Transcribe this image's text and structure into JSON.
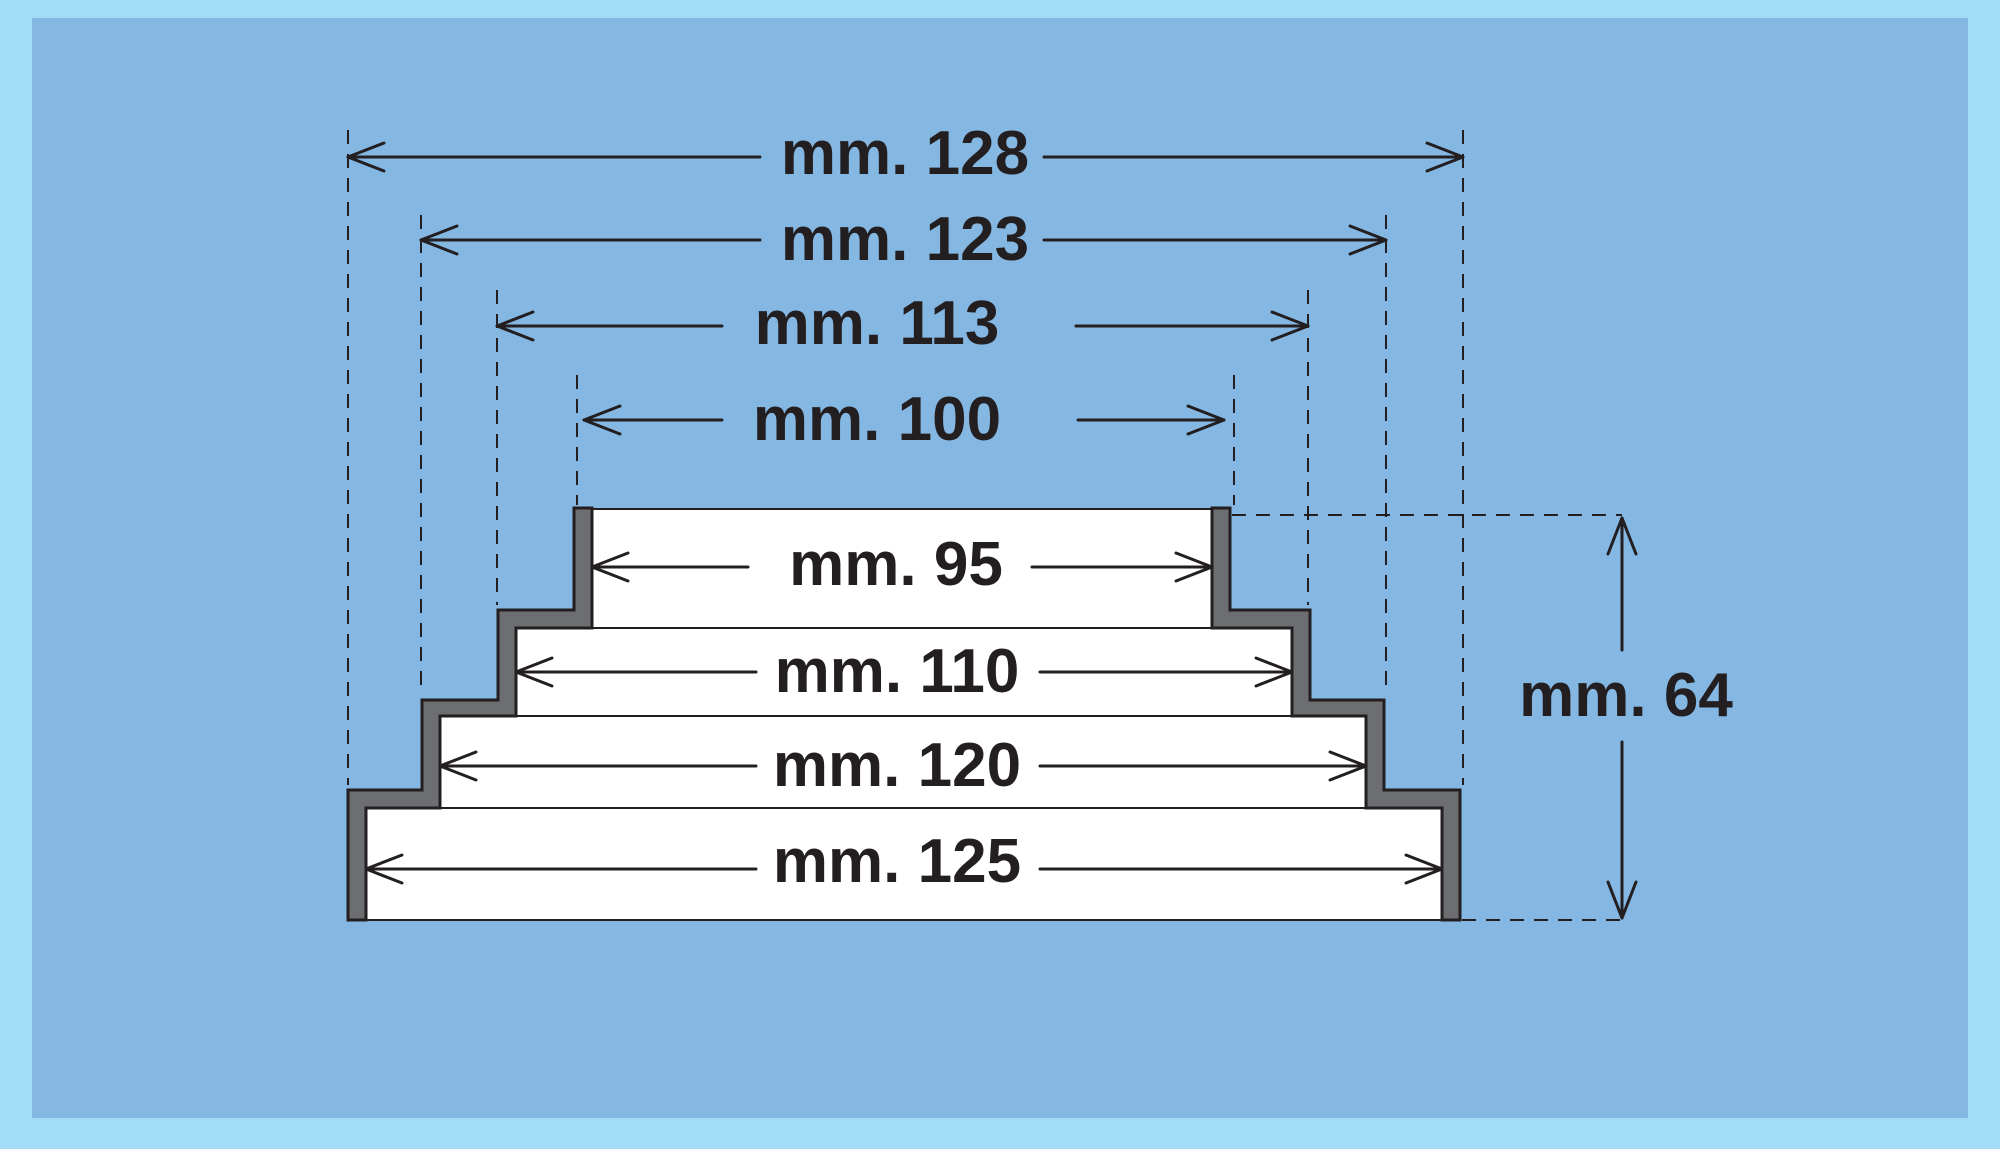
{
  "colors": {
    "outer_background": "#a3dcf6",
    "panel_background": "#85b7e3",
    "step_fill": "#ffffff",
    "wall_fill": "#6d6e71",
    "line_color": "#231f20",
    "text_color": "#231f20"
  },
  "top_dimensions": [
    {
      "label": "mm. 128"
    },
    {
      "label": "mm. 123"
    },
    {
      "label": "mm. 113"
    },
    {
      "label": "mm. 100"
    }
  ],
  "step_dimensions": [
    {
      "label": "mm. 95"
    },
    {
      "label": "mm. 110"
    },
    {
      "label": "mm. 120"
    },
    {
      "label": "mm. 125"
    }
  ],
  "height_dimension": {
    "label": "mm. 64"
  }
}
